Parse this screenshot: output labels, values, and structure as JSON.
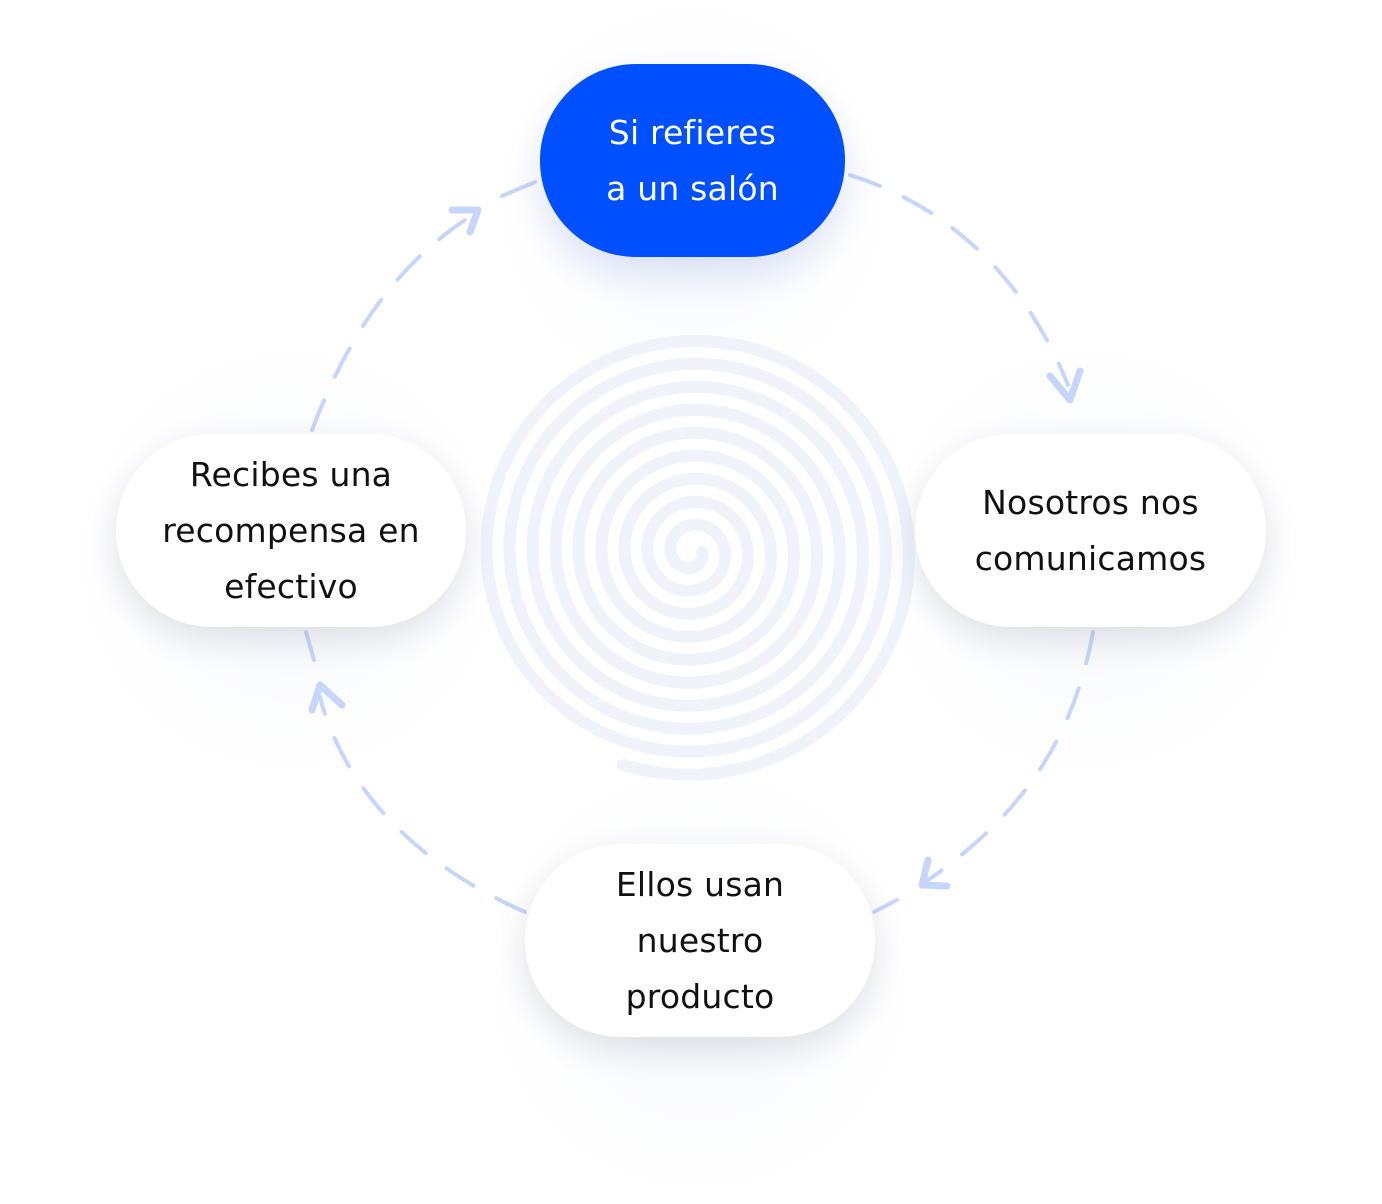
{
  "colors": {
    "primary": "#0050ff",
    "arrow": "#c6d6fb",
    "spiral": "#f0f3fa",
    "node_text_dark": "#111111",
    "node_text_light": "#ffffff"
  },
  "steps": [
    {
      "id": "top",
      "label": "Si refieres\na un salón",
      "style": "primary"
    },
    {
      "id": "right",
      "label": "Nosotros nos\ncomunicamos",
      "style": "secondary"
    },
    {
      "id": "bottom",
      "label": "Ellos usan\nnuestro\nproducto",
      "style": "secondary"
    },
    {
      "id": "left",
      "label": "Recibes una\nrecompensa en\nefectivo",
      "style": "secondary"
    }
  ],
  "arrows": [
    {
      "from": "top",
      "to": "right",
      "direction": "clockwise"
    },
    {
      "from": "right",
      "to": "bottom",
      "direction": "clockwise"
    },
    {
      "from": "bottom",
      "to": "left",
      "direction": "clockwise"
    },
    {
      "from": "left",
      "to": "top",
      "direction": "clockwise"
    }
  ]
}
